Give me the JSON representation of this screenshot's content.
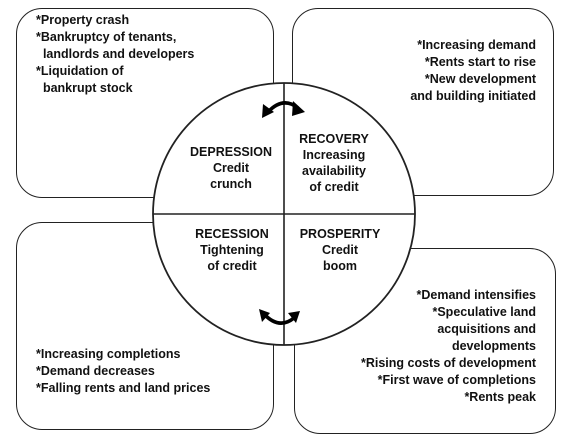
{
  "boxes": {
    "top_left": [
      "*Property crash",
      "*Bankruptcy of tenants,",
      "  landlords and developers",
      "*Liquidation of",
      "  bankrupt stock"
    ],
    "top_right": [
      "*Increasing demand",
      "*Rents start to rise",
      "*New development",
      "and building initiated"
    ],
    "bottom_left": [
      "*Increasing completions",
      "*Demand decreases",
      "*Falling rents and land prices"
    ],
    "bottom_right": [
      "*Demand intensifies",
      "*Speculative land",
      "acquisitions and",
      "developments",
      "*Rising costs of development",
      "*First wave of completions",
      "*Rents peak"
    ]
  },
  "quadrants": {
    "depression": {
      "title": "DEPRESSION",
      "lines": [
        "Credit",
        "crunch"
      ]
    },
    "recovery": {
      "title": "RECOVERY",
      "lines": [
        "Increasing",
        "availability",
        "of credit"
      ]
    },
    "recession": {
      "title": "RECESSION",
      "lines": [
        "Tightening",
        "of credit"
      ]
    },
    "prosperity": {
      "title": "PROSPERITY",
      "lines": [
        "Credit",
        "boom"
      ]
    }
  },
  "icons": {
    "top_arrow": "curved-arrow-clockwise-icon",
    "bottom_arrow": "curved-arrow-clockwise-icon"
  }
}
